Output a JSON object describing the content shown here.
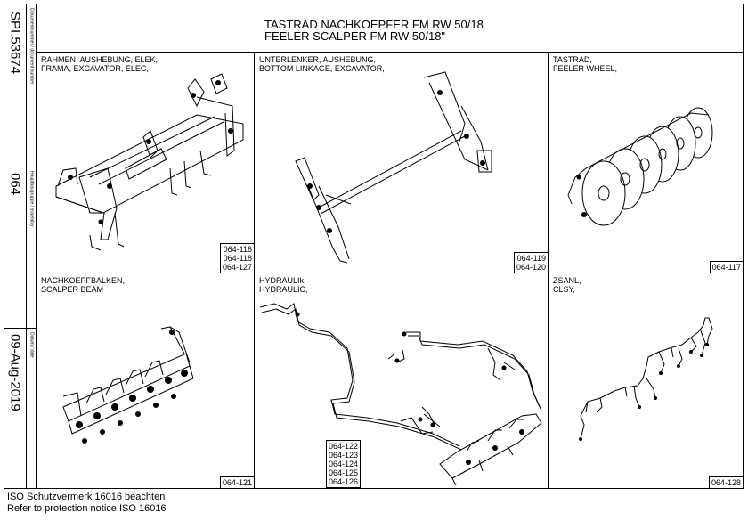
{
  "document": {
    "number": "SPI.53674",
    "number_caption": "Dokumentnummer / document number",
    "main_group": "064",
    "main_group_caption": "Hauptbaugruppe / assembly",
    "date": "09-Aug-2019",
    "date_caption": "Datum / date"
  },
  "title": {
    "line1": "TASTRAD NACHKOEPFER FM RW 50/18",
    "line2": "FEELER SCALPER FM RW 50/18\""
  },
  "panels": [
    {
      "label1": "RAHMEN, AUSHEBUNG, ELEK,",
      "label2": "FRAMA, EXCAVATOR, ELEC,",
      "refs": [
        "064-116",
        "064-118",
        "064-127"
      ]
    },
    {
      "label1": "UNTERLENKER, AUSHEBUNG,",
      "label2": "BOTTOM LINKAGE, EXCAVATOR,",
      "refs": [
        "064-119",
        "064-120"
      ]
    },
    {
      "label1": "TASTRAD,",
      "label2": "FEELER WHEEL,",
      "refs": [
        "064-117"
      ]
    },
    {
      "label1": "NACHKOEPFBALKEN,",
      "label2": "SCALPER BEAM",
      "refs": [
        "064-121"
      ]
    },
    {
      "label1": "HYDRAULIk,",
      "label2": "HYDRAULIC,",
      "refs": [
        "064-122",
        "064-123",
        "064-124",
        "064-125",
        "064-126"
      ]
    },
    {
      "label1": "ZSANL,",
      "label2": "CLSY,",
      "refs": [
        "064-128"
      ]
    }
  ],
  "notice": {
    "line1": "ISO Schutzvermerk 16016 beachten",
    "line2": "Refer to protection notice ISO 16016"
  }
}
